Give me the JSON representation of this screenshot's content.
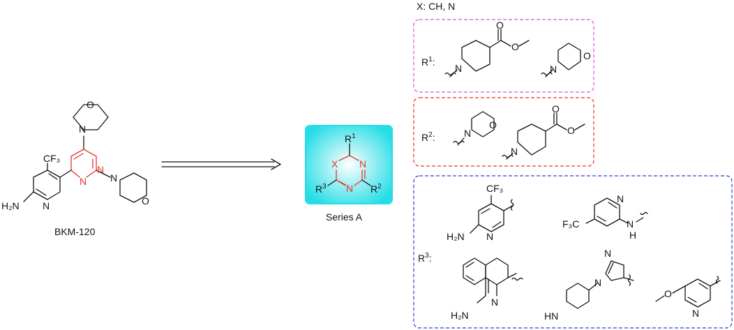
{
  "x_definition": "X: CH, N",
  "bkm_label": "BKM-120",
  "series_label": "Series A",
  "r1_label": "R",
  "r1_sup": "1",
  "r2_label": "R",
  "r2_sup": "2",
  "r3_label": "R",
  "r3_sup": "3",
  "atoms": {
    "N": "N",
    "O": "O",
    "X": "X",
    "H": "H",
    "NH": "NH",
    "HN": "HN",
    "H2N": "H₂N",
    "CF3": "CF₃",
    "F3C": "F₃C"
  },
  "colors": {
    "r1_box": "#e24de0",
    "r2_box": "#e8322a",
    "r3_box": "#2f3fd4",
    "series_box": "#25e0e8",
    "highlight": "#e8322a"
  }
}
